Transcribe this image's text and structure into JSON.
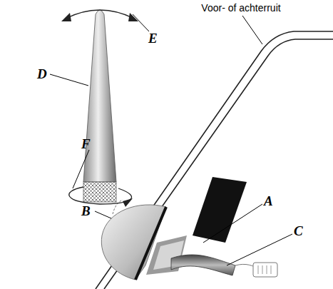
{
  "diagram": {
    "labels": [
      "Voor- of achterruit",
      "A",
      "B",
      "C",
      "D",
      "E",
      "F"
    ]
  }
}
